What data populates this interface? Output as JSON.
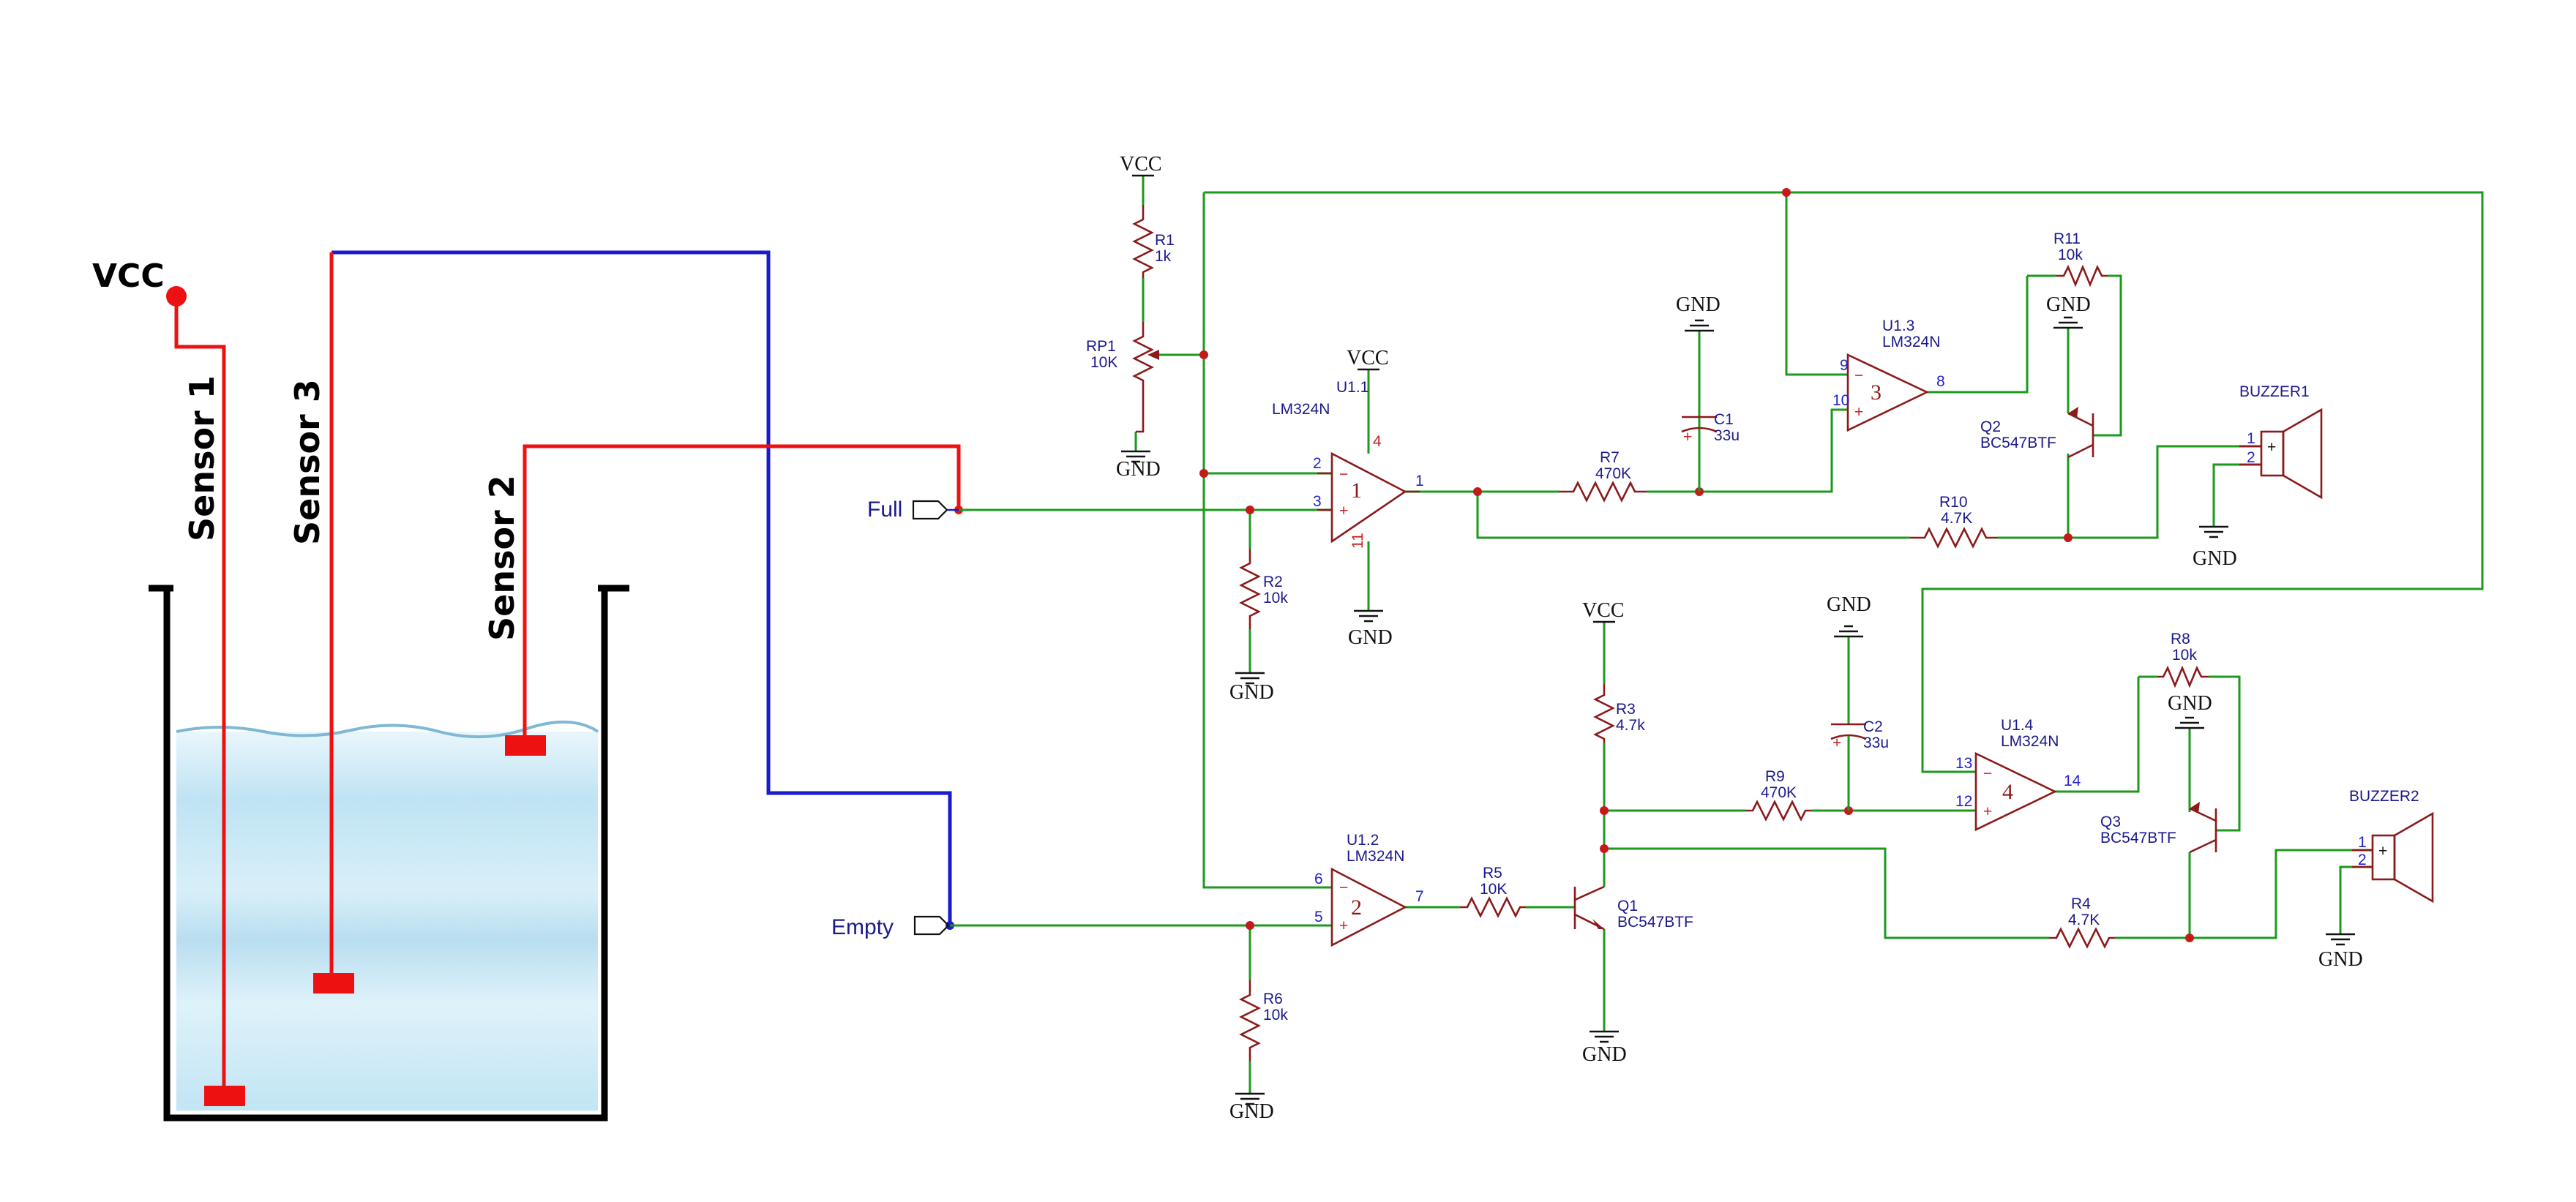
{
  "tank": {
    "vcc_label": "VCC",
    "sensor1": "Sensor  1",
    "sensor3": "Sensor  3",
    "sensor2": "Sensor  2"
  },
  "nets": {
    "full": "Full",
    "empty": "Empty",
    "vcc": "VCC",
    "gnd": "GND"
  },
  "parts": {
    "r1": {
      "ref": "R1",
      "val": "1k"
    },
    "rp1": {
      "ref": "RP1",
      "val": "10K"
    },
    "r2": {
      "ref": "R2",
      "val": "10k"
    },
    "r3": {
      "ref": "R3",
      "val": "4.7k"
    },
    "r4": {
      "ref": "R4",
      "val": "4.7K"
    },
    "r5": {
      "ref": "R5",
      "val": "10K"
    },
    "r6": {
      "ref": "R6",
      "val": "10k"
    },
    "r7": {
      "ref": "R7",
      "val": "470K"
    },
    "r8": {
      "ref": "R8",
      "val": "10k"
    },
    "r9": {
      "ref": "R9",
      "val": "470K"
    },
    "r10": {
      "ref": "R10",
      "val": "4.7K"
    },
    "r11": {
      "ref": "R11",
      "val": "10k"
    },
    "c1": {
      "ref": "C1",
      "val": "33u"
    },
    "c2": {
      "ref": "C2",
      "val": "33u"
    },
    "u11": {
      "ref": "U1.1",
      "val": "LM324N",
      "unit": "1",
      "p_minus": "2",
      "p_plus": "3",
      "p_out": "1",
      "p_vcc": "4",
      "p_gnd": "11"
    },
    "u12": {
      "ref": "U1.2",
      "val": "LM324N",
      "unit": "2",
      "p_minus": "6",
      "p_plus": "5",
      "p_out": "7"
    },
    "u13": {
      "ref": "U1.3",
      "val": "LM324N",
      "unit": "3",
      "p_minus": "9",
      "p_plus": "10",
      "p_out": "8"
    },
    "u14": {
      "ref": "U1.4",
      "val": "LM324N",
      "unit": "4",
      "p_minus": "13",
      "p_plus": "12",
      "p_out": "14"
    },
    "q1": {
      "ref": "Q1",
      "val": "BC547BTF"
    },
    "q2": {
      "ref": "Q2",
      "val": "BC547BTF"
    },
    "q3": {
      "ref": "Q3",
      "val": "BC547BTF"
    },
    "bz1": {
      "ref": "BUZZER1",
      "p1": "1",
      "p2": "2"
    },
    "bz2": {
      "ref": "BUZZER2",
      "p1": "1",
      "p2": "2"
    }
  },
  "signs": {
    "minus": "−",
    "plus": "+"
  },
  "colors": {
    "wire": "#1c9a1c",
    "component": "#8b1a1a",
    "label": "#1a1a8c",
    "sensor": "#ee1111",
    "sensor_empty": "#1a1ad0",
    "water": "#bfe3f3"
  }
}
